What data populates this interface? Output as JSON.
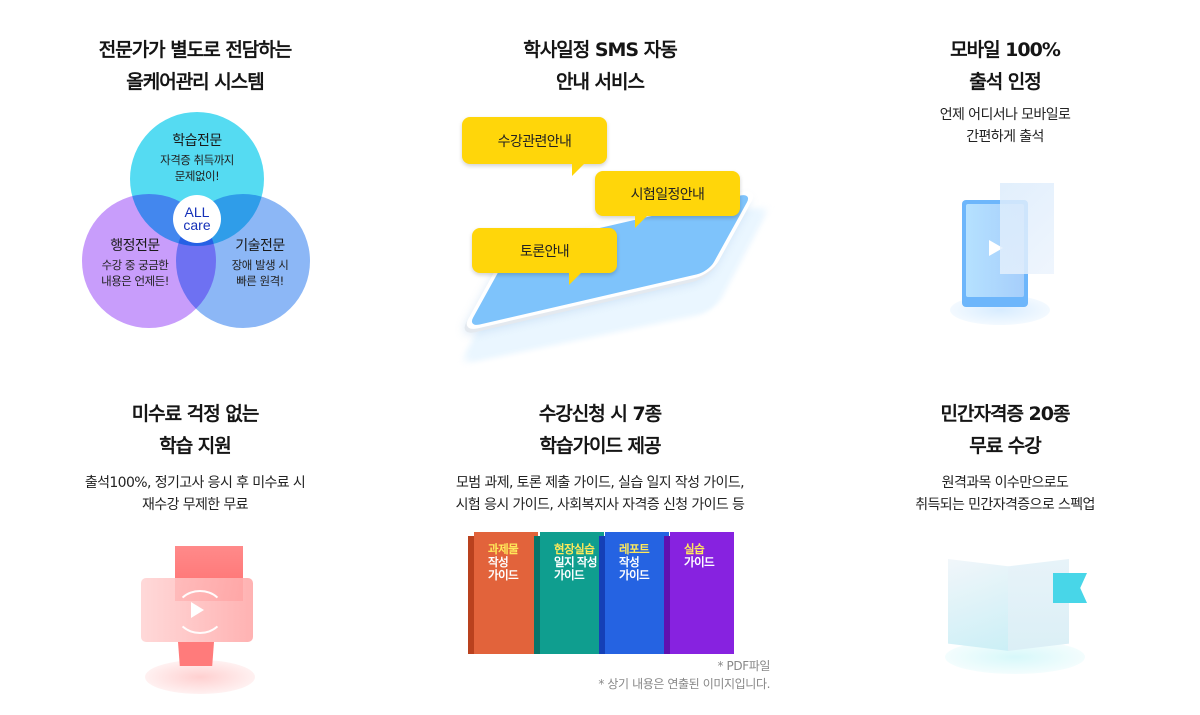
{
  "features": [
    {
      "id": "allcare",
      "title_lines": [
        "전문가가 별도로 전담하는",
        "올케어관리 시스템"
      ],
      "venn": {
        "center_lines": [
          "ALL",
          "care"
        ],
        "center_color": "#1530b8",
        "circles": [
          {
            "title": "학습전문",
            "lines": [
              "자격증 취득까지",
              "문제없이!"
            ],
            "color": "#3dd6f0"
          },
          {
            "title": "행정전문",
            "lines": [
              "수강 중 궁금한",
              "내용은 언제든!"
            ],
            "color": "#be8cfa"
          },
          {
            "title": "기술전문",
            "lines": [
              "장애 발생 시",
              "빠른 원격!"
            ],
            "color": "#78aaf5"
          }
        ]
      }
    },
    {
      "id": "sms",
      "title_lines": [
        "학사일정 SMS 자동",
        "안내 서비스"
      ],
      "bubbles": [
        "수강관련안내",
        "시험일정안내",
        "토론안내"
      ],
      "bubble_color": "#ffd60a"
    },
    {
      "id": "mobile",
      "title_lines": [
        "모바일 100%",
        "출석 인정"
      ],
      "desc_lines": [
        "언제 어디서나 모바일로",
        "간편하게 출석"
      ]
    },
    {
      "id": "retake",
      "title_lines": [
        "미수료 걱정 없는",
        "학습 지원"
      ],
      "desc_lines": [
        "출석100%, 정기고사 응시 후  미수료 시",
        "재수강 무제한 무료"
      ]
    },
    {
      "id": "guides",
      "title_lines": [
        "수강신청 시 7종",
        "학습가이드 제공"
      ],
      "desc_lines": [
        "모범 과제, 토론 제출 가이드, 실습 일지 작성 가이드,",
        "시험 응시 가이드, 사회복지사 자격증 신청 가이드 등"
      ],
      "books": [
        {
          "highlight": "과제물",
          "lines": [
            "작성",
            "가이드"
          ],
          "color": "#e2633b"
        },
        {
          "highlight": "현장실습",
          "lines": [
            "일지 작성",
            "가이드"
          ],
          "color": "#0f9e8f"
        },
        {
          "highlight": "레포트",
          "lines": [
            "작성",
            "가이드"
          ],
          "color": "#2563e2"
        },
        {
          "highlight": "실습",
          "lines": [
            "가이드"
          ],
          "color": "#8722e0"
        }
      ],
      "notes": [
        "* PDF파일",
        "* 상기 내용은 연출된 이미지입니다."
      ]
    },
    {
      "id": "free-certs",
      "title_lines": [
        "민간자격증 20종",
        "무료 수강"
      ],
      "desc_lines": [
        "원격과목 이수만으로도",
        "취득되는 민간자격증으로 스펙업"
      ]
    }
  ]
}
